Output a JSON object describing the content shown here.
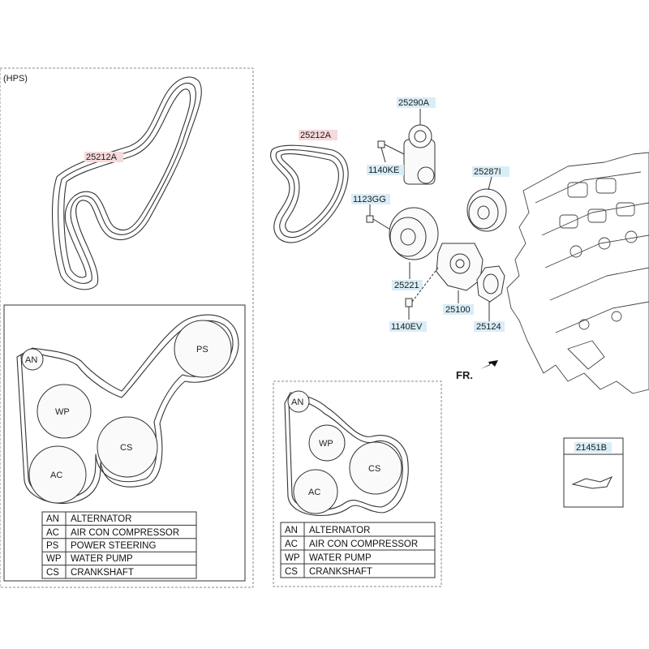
{
  "hps_label": "(HPS)",
  "part_numbers": {
    "belt_hps": "25212A",
    "belt_std": "25212A",
    "tensioner": "25290A",
    "bolt_ke": "1140KE",
    "idler_287": "25287I",
    "bolt_gg": "1123GG",
    "idler_221": "25221",
    "water_pump": "25100",
    "gasket": "25124",
    "bolt_ev": "1140EV",
    "sticker": "21451B"
  },
  "front_marker": "FR.",
  "pulleys_hps": {
    "an": "AN",
    "ps": "PS",
    "wp": "WP",
    "cs": "CS",
    "ac": "AC"
  },
  "pulleys_std": {
    "an": "AN",
    "wp": "WP",
    "cs": "CS",
    "ac": "AC"
  },
  "legend_hps": [
    {
      "code": "AN",
      "name": "ALTERNATOR"
    },
    {
      "code": "AC",
      "name": "AIR CON COMPRESSOR"
    },
    {
      "code": "PS",
      "name": "POWER STEERING"
    },
    {
      "code": "WP",
      "name": "WATER PUMP"
    },
    {
      "code": "CS",
      "name": "CRANKSHAFT"
    }
  ],
  "legend_std": [
    {
      "code": "AN",
      "name": "ALTERNATOR"
    },
    {
      "code": "AC",
      "name": "AIR CON COMPRESSOR"
    },
    {
      "code": "WP",
      "name": "WATER PUMP"
    },
    {
      "code": "CS",
      "name": "CRANKSHAFT"
    }
  ],
  "colors": {
    "label_blue_bg": "#d9edf7",
    "label_red_bg": "#f6d9da",
    "line": "#333333"
  }
}
